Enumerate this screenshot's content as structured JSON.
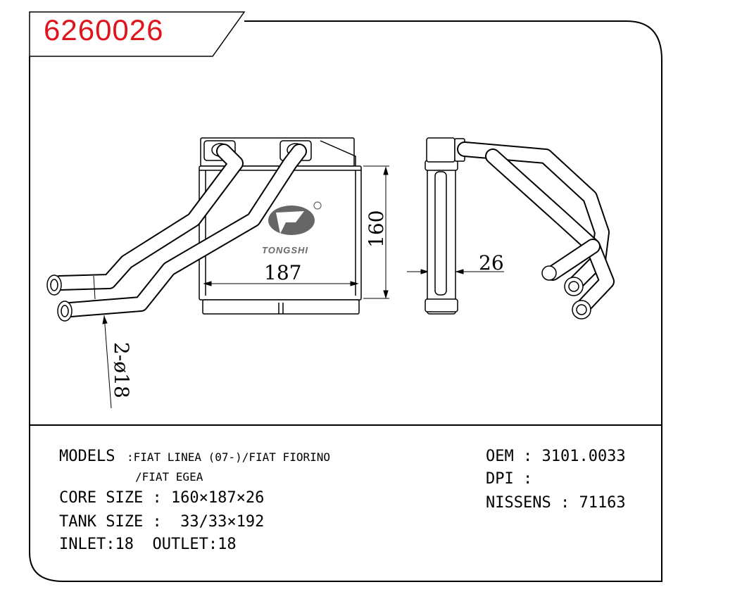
{
  "part_number": "6260026",
  "dimensions": {
    "height": "160",
    "width": "187",
    "depth": "26",
    "pipes": "2-ø18"
  },
  "brand_logo": "TONGSHI",
  "specs": {
    "models_label": "MODELS",
    "models_line1": ":FIAT LINEA (07-)/FIAT FIORINO",
    "models_line2": "/FIAT EGEA",
    "core_size": "CORE SIZE : 160×187×26",
    "tank_size": "TANK SIZE :  33/33×192",
    "inlet_outlet": "INLET:18  OUTLET:18",
    "oem": "OEM : 3101.0033",
    "dpi": "DPI :",
    "nissens": "NISSENS : 71163"
  },
  "colors": {
    "part_number": "#e0151b",
    "line": "#000000",
    "logo": "#555555"
  }
}
